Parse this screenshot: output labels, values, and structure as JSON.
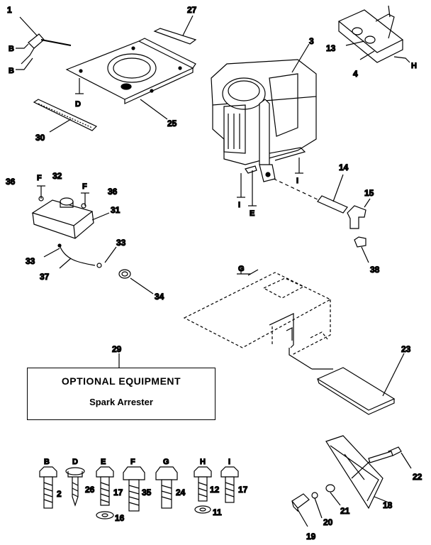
{
  "callouts": {
    "n1": "1",
    "n27": "27",
    "n3": "3",
    "n13": "13",
    "n4": "4",
    "n25": "25",
    "n30": "30",
    "n14": "14",
    "n15": "15",
    "n38": "38",
    "n32": "32",
    "n36a": "36",
    "n36b": "36",
    "n31": "31",
    "n33a": "33",
    "n33b": "33",
    "n37": "37",
    "n34": "34",
    "n23": "23",
    "n29": "29",
    "n22": "22",
    "n18": "18",
    "n21": "21",
    "n20": "20",
    "n19": "19"
  },
  "ref_letters": {
    "b1": "B",
    "b2": "B",
    "d": "D",
    "h": "H",
    "i": "I",
    "i2": "I",
    "e": "E",
    "g": "G",
    "f1": "F",
    "f2": "F"
  },
  "box": {
    "title": "OPTIONAL EQUIPMENT",
    "subtitle": "Spark Arrester"
  },
  "hardware": [
    {
      "letter": "B",
      "num": "2"
    },
    {
      "letter": "D",
      "num": "26"
    },
    {
      "letter": "E",
      "num": "17",
      "washer": "16"
    },
    {
      "letter": "F",
      "num": "35"
    },
    {
      "letter": "G",
      "num": "24"
    },
    {
      "letter": "H",
      "num": "12",
      "washer": "11"
    },
    {
      "letter": "I",
      "num": "17"
    }
  ]
}
